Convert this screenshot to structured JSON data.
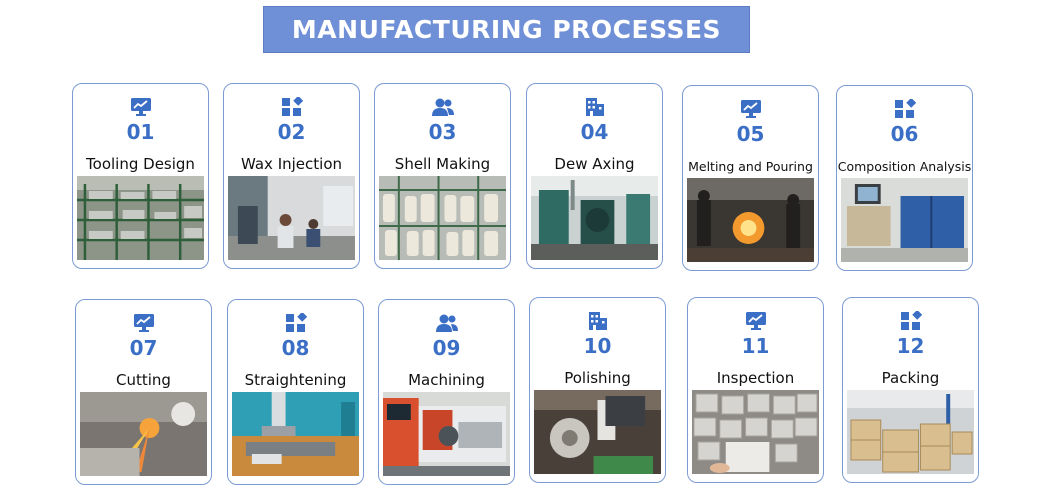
{
  "banner": {
    "title": "MANUFACTURING PROCESSES"
  },
  "colors": {
    "banner": "#6f8fd6",
    "accent": "#3b6fc6",
    "card_border": "#7d9bd3"
  },
  "steps": [
    {
      "num": "01",
      "label": "Tooling Design",
      "icon": "monitor-chart-icon",
      "photo": "tooling-shelves-photo"
    },
    {
      "num": "02",
      "label": "Wax Injection",
      "icon": "grid-diamond-icon",
      "photo": "wax-injection-workers-photo"
    },
    {
      "num": "03",
      "label": "Shell Making",
      "icon": "users-icon",
      "photo": "shell-making-rack-photo"
    },
    {
      "num": "04",
      "label": "Dew Axing",
      "icon": "building-icon",
      "photo": "dewaxing-machine-photo"
    },
    {
      "num": "05",
      "label": "Melting and Pouring",
      "icon": "monitor-chart-icon",
      "photo": "melting-pouring-photo"
    },
    {
      "num": "06",
      "label": "Composition Analysis",
      "icon": "grid-diamond-icon",
      "photo": "spectrometer-lab-photo"
    },
    {
      "num": "07",
      "label": "Cutting",
      "icon": "monitor-chart-icon",
      "photo": "cutting-sparks-photo"
    },
    {
      "num": "08",
      "label": "Straightening",
      "icon": "grid-diamond-icon",
      "photo": "straightening-press-photo"
    },
    {
      "num": "09",
      "label": "Machining",
      "icon": "users-icon",
      "photo": "cnc-lathe-photo"
    },
    {
      "num": "10",
      "label": "Polishing",
      "icon": "building-icon",
      "photo": "polishing-wheel-photo"
    },
    {
      "num": "11",
      "label": "Inspection",
      "icon": "monitor-chart-icon",
      "photo": "inspection-bags-photo"
    },
    {
      "num": "12",
      "label": "Packing",
      "icon": "grid-diamond-icon",
      "photo": "packed-cartons-photo"
    }
  ]
}
